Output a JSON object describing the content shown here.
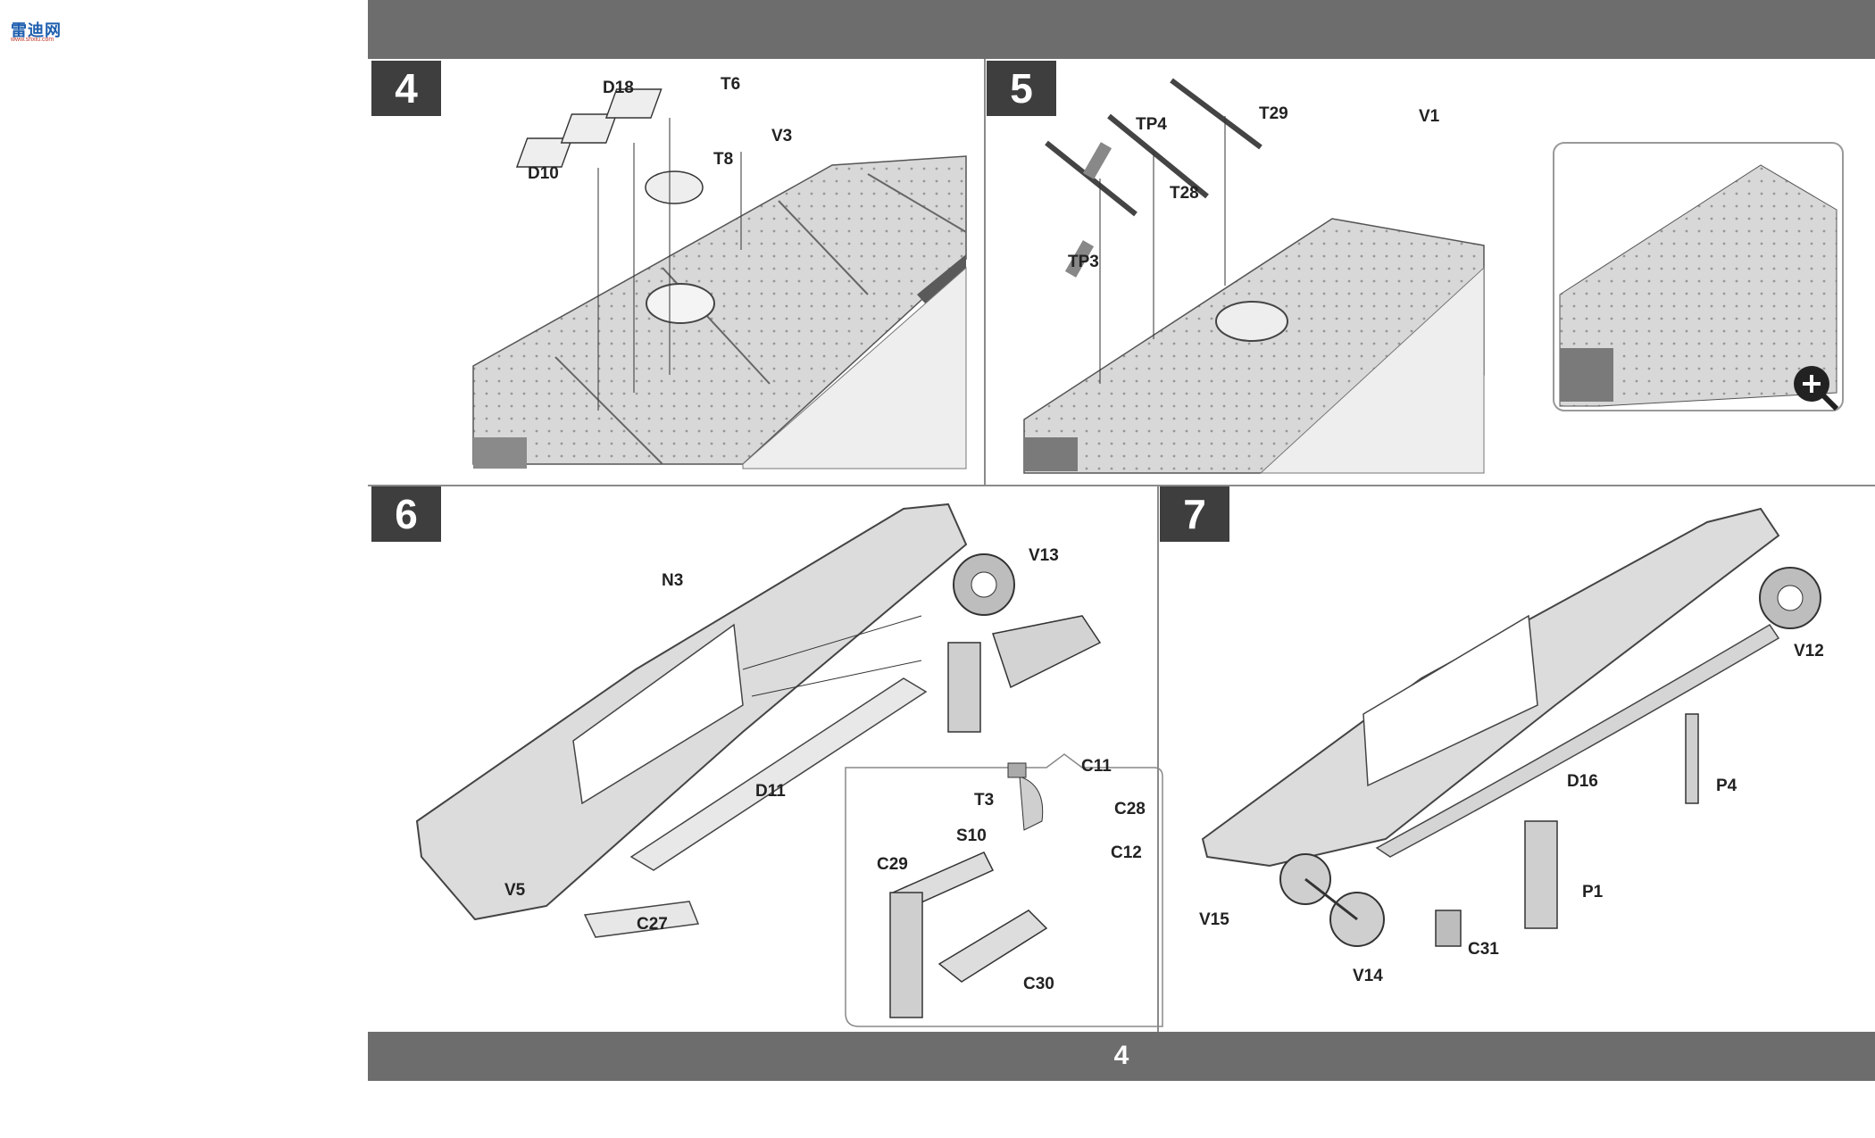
{
  "logo": {
    "text": "雷迪网",
    "sub": "www.shxiu.com"
  },
  "page_number": "4",
  "steps": {
    "s4": {
      "number": "4"
    },
    "s5": {
      "number": "5"
    },
    "s6": {
      "number": "6"
    },
    "s7": {
      "number": "7"
    }
  },
  "labels": {
    "d18": "D18",
    "t6": "T6",
    "v3": "V3",
    "t8": "T8",
    "d10": "D10",
    "tp4": "TP4",
    "t29": "T29",
    "v1": "V1",
    "t28": "T28",
    "tp3": "TP3",
    "n3": "N3",
    "v13": "V13",
    "d11": "D11",
    "v5": "V5",
    "c27": "C27",
    "c11": "C11",
    "t3": "T3",
    "c28": "C28",
    "s10": "S10",
    "c12": "C12",
    "c29": "C29",
    "c30": "C30",
    "v12": "V12",
    "d16": "D16",
    "p4": "P4",
    "p1": "P1",
    "v15": "V15",
    "c31": "C31",
    "v14": "V14"
  }
}
